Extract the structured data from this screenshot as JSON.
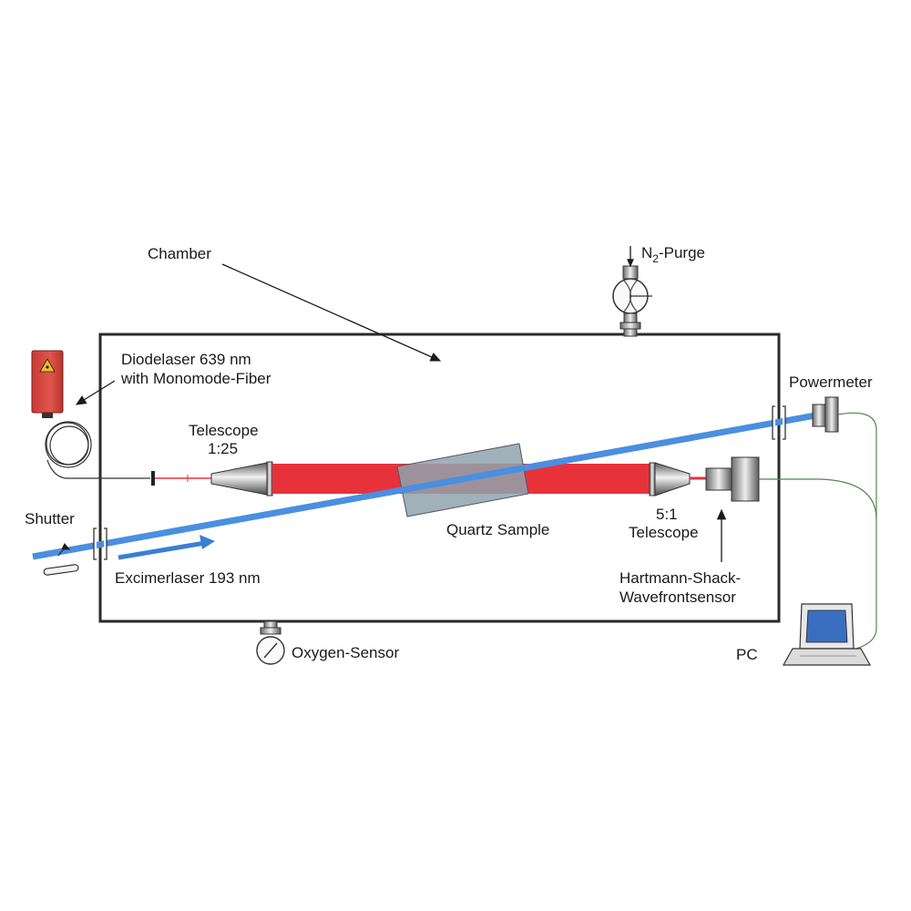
{
  "labels": {
    "chamber": "Chamber",
    "n2_purge_main": "N",
    "n2_purge_sub": "2",
    "n2_purge_rest": "-Purge",
    "diodelaser_line1": "Diodelaser 639 nm",
    "diodelaser_line2": "with Monomode-Fiber",
    "telescope_left_line1": "Telescope",
    "telescope_left_line2": "1:25",
    "powermeter": "Powermeter",
    "shutter": "Shutter",
    "quartz_sample": "Quartz Sample",
    "telescope_right_line1": "5:1",
    "telescope_right_line2": "Telescope",
    "excimerlaser": "Excimerlaser 193 nm",
    "hartmann_line1": "Hartmann-Shack-",
    "hartmann_line2": "Wavefrontsensor",
    "oxygen_sensor": "Oxygen-Sensor",
    "pc": "PC"
  },
  "colors": {
    "red_beam": "#e8323a",
    "blue_beam": "#4a8fe0",
    "chamber_border": "#2a2a2a",
    "quartz_fill": "#8fa3ad",
    "diode_box": "#d9453f",
    "cable_green": "#4f8a4a"
  }
}
